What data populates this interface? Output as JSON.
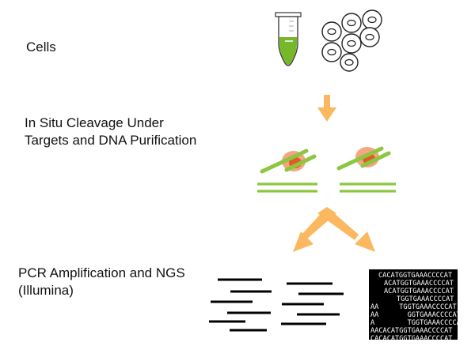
{
  "steps": [
    {
      "id": "cells",
      "label": "Cells"
    },
    {
      "id": "cleavage",
      "label": "In Situ Cleavage Under Targets and DNA Purification"
    },
    {
      "id": "sequencing",
      "label": "PCR Amplification and NGS (Illumina)"
    }
  ],
  "colors": {
    "tube_liquid": "#76b82a",
    "arrow": "#fbb860",
    "dna": "#8dc63f",
    "protein_outer": "#f4a582",
    "protein_inner": "#e05a2a",
    "read_bar": "#000000",
    "sequence_panel": "#000000"
  },
  "sequence_reads": [
    "CACATGGTGAAACCCCAT",
    "ACATGGTGAAACCCCAT",
    "ACATGGTGAAACCCCAT",
    "TGGTGAAACCCCAT",
    "AA     TGGTGAAACCCCAT",
    "AA       GGTGAAACCCCAT",
    "A        TGGTGAAACCCCAT",
    "AACACATGGTGAAACCCCAT",
    "CACACATGGTGAAACCCCAT"
  ]
}
